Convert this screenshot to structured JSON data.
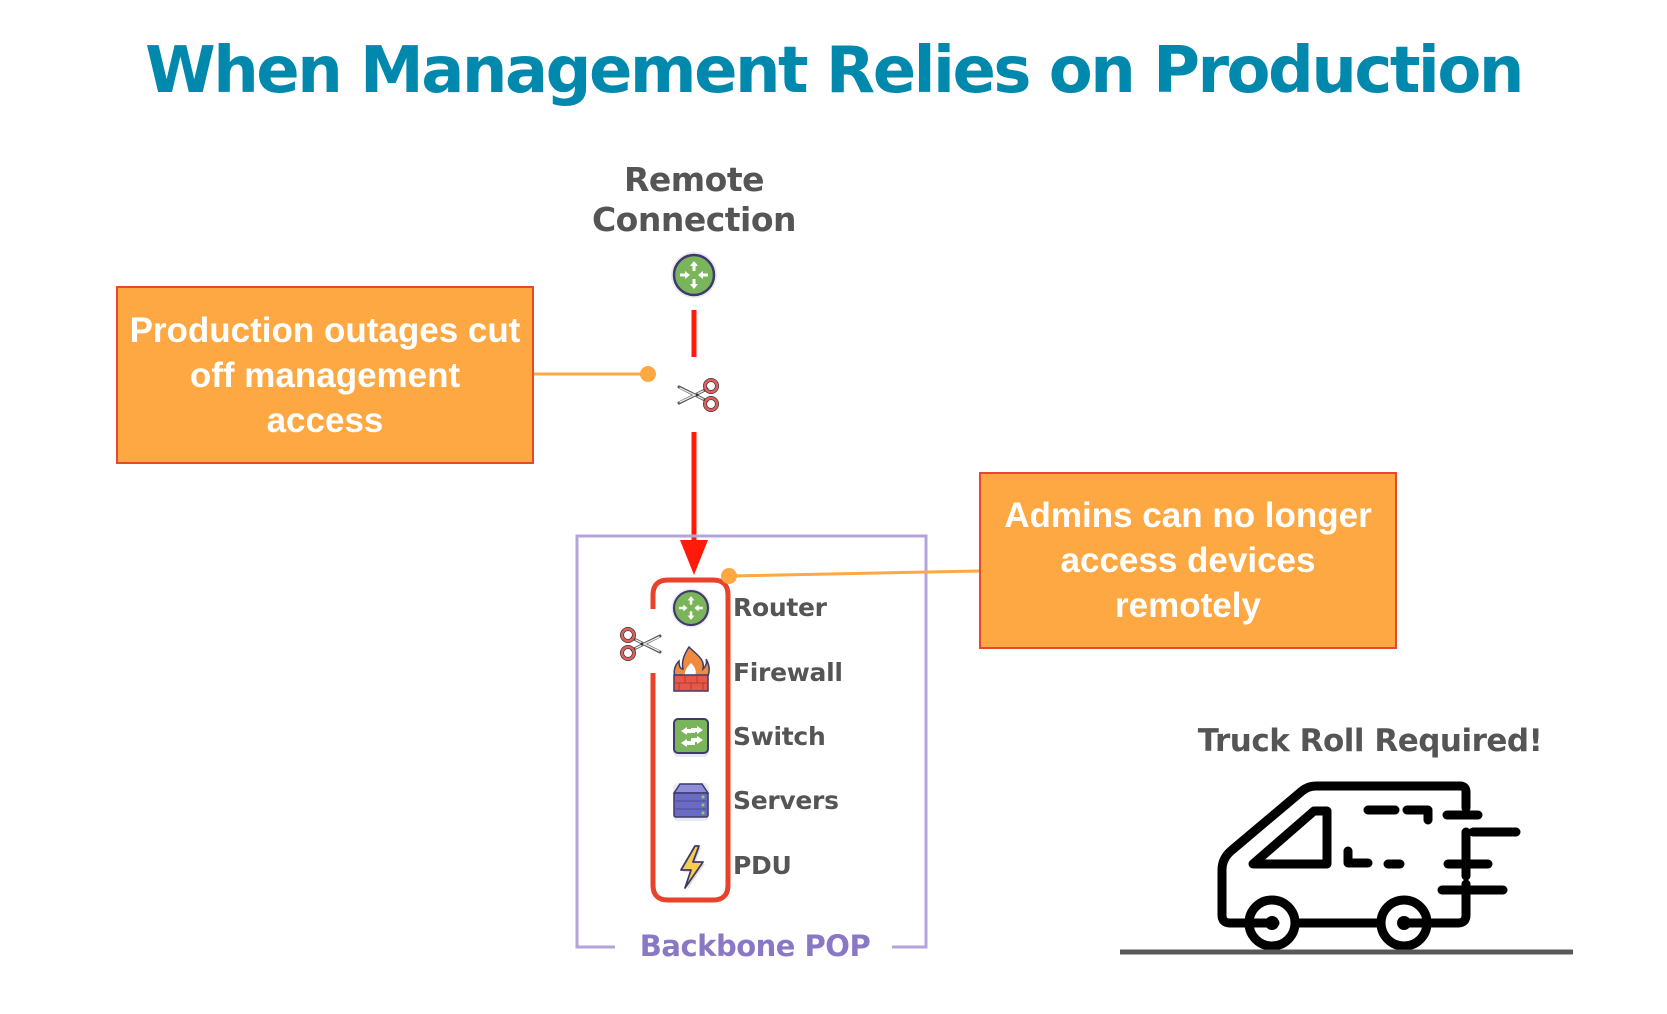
{
  "title": "When Management Relies on Production",
  "remote_connection": {
    "label": "Remote Connection",
    "icon": "router-icon"
  },
  "callouts": {
    "left": "Production outages cut off management access",
    "right": "Admins can no longer access devices remotely"
  },
  "backbone_pop": {
    "label": "Backbone POP",
    "devices": [
      {
        "label": "Router",
        "icon": "router-icon"
      },
      {
        "label": "Firewall",
        "icon": "firewall-icon"
      },
      {
        "label": "Switch",
        "icon": "switch-icon"
      },
      {
        "label": "Servers",
        "icon": "server-icon"
      },
      {
        "label": "PDU",
        "icon": "lightning-icon"
      }
    ]
  },
  "truck_roll": {
    "label": "Truck Roll Required!",
    "icon": "delivery-van-icon"
  },
  "colors": {
    "title": "#0088ad",
    "callout_fill": "#fda843",
    "callout_border": "#e8492a",
    "connection_line": "#ff1a0a",
    "pop_border": "#b3a5d8",
    "pop_label": "#8b78c4",
    "device_group_border": "#e8432a",
    "leader_line": "#fda843",
    "text_gray": "#555555"
  }
}
